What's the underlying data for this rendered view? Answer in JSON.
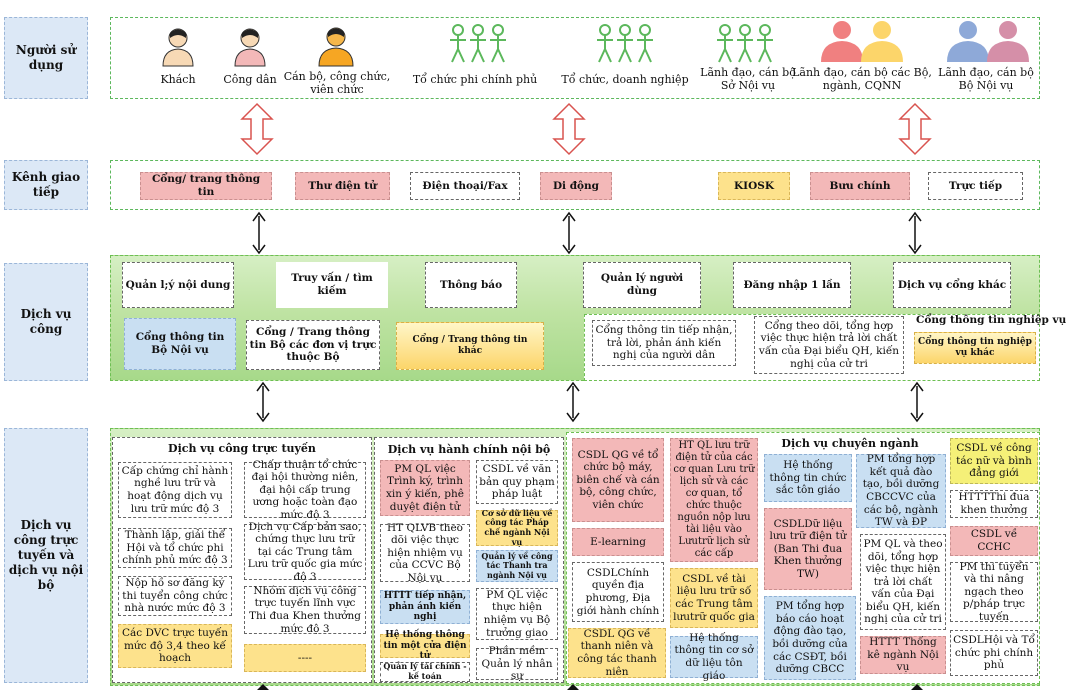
{
  "rows": {
    "users": "Người sử dụng",
    "channels": "Kênh giao tiếp",
    "public_services": "Dịch vụ công",
    "online_services": "Dịch vụ công trực tuyến và dịch vụ nội bộ"
  },
  "users": [
    "Khách",
    "Công dân",
    "Cán bộ, công chức, viên chức",
    "Tổ chức phi chính phủ",
    "Tổ chức, doanh nghiệp",
    "Lãnh đạo, cán bộ Sở Nội vụ",
    "Lãnh đạo, cán bộ các Bộ, ngành, CQNN",
    "Lãnh đạo, cán bộ Bộ Nội vụ"
  ],
  "channels": [
    "Cổng/ trang thông tin",
    "Thư điện tử",
    "Điện thoại/Fax",
    "Di động",
    "KIOSK",
    "Bưu chính",
    "Trực tiếp"
  ],
  "public_top": [
    "Quản l;ý nội dung",
    "Truy vấn / tìm kiếm",
    "Thông báo",
    "Quản lý người dùng",
    "Đăng nhập 1 lần",
    "Dịch vụ cổng khác"
  ],
  "public_bottom": [
    "Cổng thông tin Bộ Nội vụ",
    "Cổng / Trang thông tin Bộ các đơn vị trực thuộc Bộ",
    "Cổng / Trang thông tin khác",
    "Cổng thông tin tiếp nhận, trả lời, phản ánh kiến nghị của người dân",
    "Cổng theo dõi, tổng hợp việc thực hiện trả lời chất vấn của Đại biểu QH, kiến nghị của cử tri",
    "Cổng thông tin nghiệp vụ",
    "Cổng thông tin nghiệp vụ khác"
  ],
  "online": {
    "title": "Dịch vụ công trực tuyến",
    "col1": [
      "Cấp chứng chỉ hành nghề lưu trữ và hoạt động dịch vụ lưu trữ mức độ 3",
      "Thành lập, giải thể Hội và tổ chức phi chính phủ mức độ 3",
      "Nộp hồ sơ đăng ký thi tuyển công chức nhà nước mức độ 3",
      "Các DVC trực tuyến mức độ 3,4 theo kế hoạch"
    ],
    "col2": [
      "Chấp thuận tổ chức đại hội thường niên, đại hội cấp trung ương hoặc toàn đạo mức độ 3",
      "Dịch vụ Cấp bản sao, chứng thực lưu trữ tại các Trung tâm Lưu trữ quốc gia mức độ 3",
      "Nhóm dịch vụ công trực tuyến lĩnh vực Thi đua Khen thưởng mức độ 3",
      "----"
    ]
  },
  "internal": {
    "title": "Dịch vụ hành chính nội bộ",
    "col1": [
      "PM QL việc Trình ký, trình xin ý kiến, phê duyệt điện tử",
      "HT QLVB theo dõi việc thực hiện nhiệm vụ của CCVC Bộ Nội vụ",
      "HTTT tiếp nhận, phản ánh kiến nghị",
      "Hệ thống thông tin một cửa điện tử",
      "Quản lý tài chính - kế toán"
    ],
    "col2": [
      "CSDL về văn bản quy phạm pháp luật",
      "Cơ sở dữ liệu về công tác Pháp chế ngành Nội vụ",
      "Quản lý về công tác Thanh tra ngành Nội vụ",
      "PM QL việc thực hiện nhiệm vụ Bộ trưởng giao",
      "Phần mềm Quản lý nhân sự"
    ]
  },
  "special": {
    "title": "Dịch vụ chuyên ngành",
    "col1": [
      "CSDL QG về tổ chức bộ máy, biên chế và cán bộ, công chức, viên chức",
      "E-learning",
      "CSDLChính quyền địa phương, Địa giới hành chính",
      "CSDL QG về thanh niên và công tác thanh niên"
    ],
    "col2": [
      "HT QL lưu trữ điện tử của các cơ quan Lưu trữ lịch sử và các cơ quan, tổ chức thuộc nguồn nộp lưu tài liệu vào Lưutrữ lịch sử các cấp",
      "CSDL về tài liệu lưu trữ số các Trung tâm lưutrữ quốc gia",
      "Hệ thống thông tin cơ sở dữ liệu tôn giáo"
    ],
    "col3": [
      "Hệ thống thông tin chức sắc tôn giáo",
      "CSDLDữ liệu lưu trữ điện tử (Ban Thi đua Khen thưởng TW)",
      "PM tổng hợp báo cáo hoạt động đào tạo, bồi dưỡng của các CSĐT, bồi dưỡng CBCC"
    ],
    "col4": [
      "PM tổng hợp kết quả đào tạo, bồi dưỡng CBCCVC của các bộ, ngành TW và ĐP",
      "PM QL và theo dõi, tổng hợp việc thực hiện trả lời chất vấn của Đại biểu QH, kiến nghị của cử tri",
      "HTTT Thống kê ngành Nội vụ"
    ],
    "col5": [
      "CSDL về công tác nữ và bình đẳng giới",
      "HTTTThi đua khen thưởng",
      "CSDL về CCHC",
      "PM thi tuyển và thi nâng ngạch theo p/pháp trực tuyến",
      "CSDLHội và Tổ chức phi chính phủ"
    ]
  },
  "colors": {
    "pink": "#f3b8b8",
    "blue": "#c9dff2",
    "yellow": "#fde28c",
    "green": "#a7d98a",
    "row_label": "#dce8f6"
  }
}
